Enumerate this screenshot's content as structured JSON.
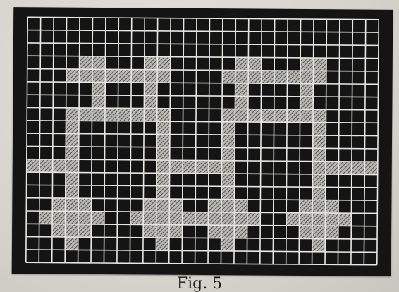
{
  "caption": "Fig. 5",
  "colors": {
    "background": "#141414",
    "grid_line": "#e8e6e0",
    "hatch_fill": "#b9b7b2",
    "hatch_stroke": "#3a3a3a",
    "paper": "#d9d6cf"
  },
  "grid": {
    "columns": 27,
    "rows": 19,
    "shaded_cells": [
      [
        3,
        4
      ],
      [
        3,
        5
      ],
      [
        3,
        9
      ],
      [
        3,
        10
      ],
      [
        3,
        16
      ],
      [
        3,
        17
      ],
      [
        3,
        21
      ],
      [
        3,
        22
      ],
      [
        4,
        3
      ],
      [
        4,
        4
      ],
      [
        4,
        5
      ],
      [
        4,
        6
      ],
      [
        4,
        7
      ],
      [
        4,
        8
      ],
      [
        4,
        9
      ],
      [
        4,
        10
      ],
      [
        4,
        15
      ],
      [
        4,
        16
      ],
      [
        4,
        17
      ],
      [
        4,
        18
      ],
      [
        4,
        19
      ],
      [
        4,
        20
      ],
      [
        4,
        21
      ],
      [
        4,
        22
      ],
      [
        5,
        5
      ],
      [
        5,
        9
      ],
      [
        5,
        16
      ],
      [
        5,
        21
      ],
      [
        6,
        5
      ],
      [
        6,
        9
      ],
      [
        6,
        16
      ],
      [
        6,
        21
      ],
      [
        7,
        3
      ],
      [
        7,
        4
      ],
      [
        7,
        5
      ],
      [
        7,
        6
      ],
      [
        7,
        7
      ],
      [
        7,
        8
      ],
      [
        7,
        9
      ],
      [
        7,
        10
      ],
      [
        7,
        15
      ],
      [
        7,
        16
      ],
      [
        7,
        17
      ],
      [
        7,
        18
      ],
      [
        7,
        19
      ],
      [
        7,
        20
      ],
      [
        7,
        21
      ],
      [
        7,
        22
      ],
      [
        8,
        3
      ],
      [
        8,
        10
      ],
      [
        8,
        15
      ],
      [
        8,
        22
      ],
      [
        9,
        3
      ],
      [
        9,
        10
      ],
      [
        9,
        15
      ],
      [
        9,
        22
      ],
      [
        10,
        3
      ],
      [
        10,
        10
      ],
      [
        10,
        15
      ],
      [
        10,
        22
      ],
      [
        11,
        0
      ],
      [
        11,
        1
      ],
      [
        11,
        2
      ],
      [
        11,
        3
      ],
      [
        11,
        10
      ],
      [
        11,
        11
      ],
      [
        11,
        12
      ],
      [
        11,
        13
      ],
      [
        11,
        14
      ],
      [
        11,
        15
      ],
      [
        11,
        22
      ],
      [
        11,
        23
      ],
      [
        11,
        24
      ],
      [
        11,
        25
      ],
      [
        11,
        26
      ],
      [
        12,
        3
      ],
      [
        12,
        10
      ],
      [
        12,
        15
      ],
      [
        12,
        22
      ],
      [
        13,
        3
      ],
      [
        13,
        10
      ],
      [
        13,
        15
      ],
      [
        13,
        22
      ],
      [
        14,
        2
      ],
      [
        14,
        3
      ],
      [
        14,
        4
      ],
      [
        14,
        9
      ],
      [
        14,
        10
      ],
      [
        14,
        11
      ],
      [
        14,
        14
      ],
      [
        14,
        15
      ],
      [
        14,
        16
      ],
      [
        14,
        21
      ],
      [
        14,
        22
      ],
      [
        14,
        23
      ],
      [
        15,
        1
      ],
      [
        15,
        2
      ],
      [
        15,
        3
      ],
      [
        15,
        4
      ],
      [
        15,
        5
      ],
      [
        15,
        8
      ],
      [
        15,
        9
      ],
      [
        15,
        10
      ],
      [
        15,
        11
      ],
      [
        15,
        12
      ],
      [
        15,
        13
      ],
      [
        15,
        14
      ],
      [
        15,
        15
      ],
      [
        15,
        16
      ],
      [
        15,
        17
      ],
      [
        15,
        20
      ],
      [
        15,
        21
      ],
      [
        15,
        22
      ],
      [
        15,
        23
      ],
      [
        15,
        24
      ],
      [
        16,
        2
      ],
      [
        16,
        3
      ],
      [
        16,
        4
      ],
      [
        16,
        9
      ],
      [
        16,
        10
      ],
      [
        16,
        11
      ],
      [
        16,
        14
      ],
      [
        16,
        15
      ],
      [
        16,
        16
      ],
      [
        16,
        21
      ],
      [
        16,
        22
      ],
      [
        16,
        23
      ],
      [
        17,
        3
      ],
      [
        17,
        10
      ],
      [
        17,
        15
      ],
      [
        17,
        22
      ]
    ]
  }
}
